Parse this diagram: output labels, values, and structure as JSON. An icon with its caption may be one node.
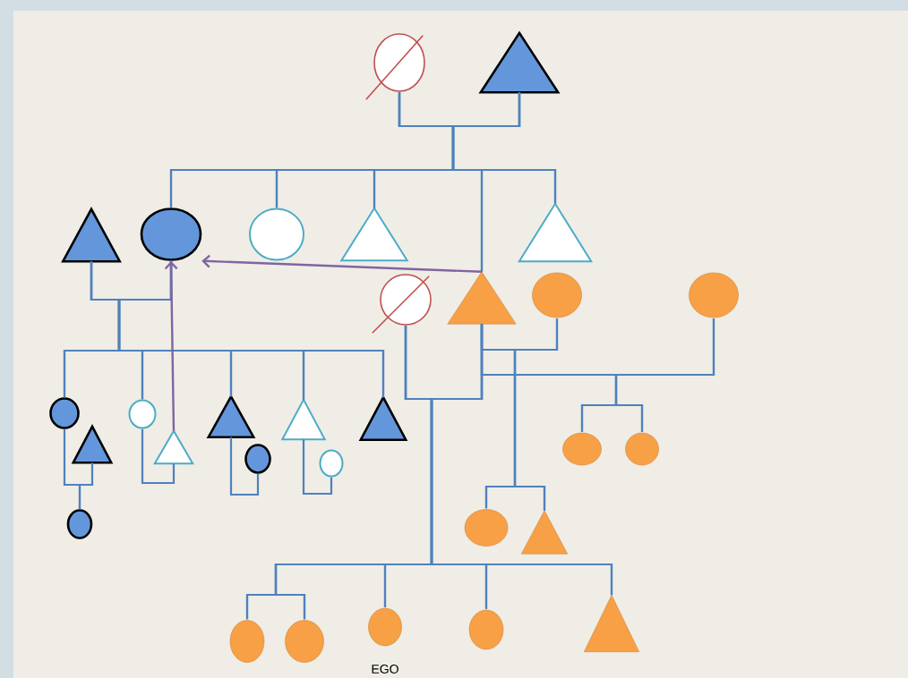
{
  "diagram": {
    "nodes": [
      {
        "text": [],
        "shape": "circle"
      },
      {
        "text": [],
        "shape": "triangle"
      },
      {
        "text": [],
        "shape": "triangle"
      },
      {
        "text": [],
        "shape": "circle"
      },
      {
        "text": [],
        "shape": "circle"
      },
      {
        "text": [],
        "shape": "triangle"
      },
      {
        "text": [],
        "shape": "triangle"
      },
      {
        "text": [],
        "shape": "circle"
      },
      {
        "text": [],
        "shape": "triangle"
      },
      {
        "text": [],
        "shape": "circle"
      },
      {
        "text": [],
        "shape": "circle"
      },
      {
        "text": [],
        "shape": "circle"
      },
      {
        "text": [],
        "shape": "triangle"
      },
      {
        "text": [],
        "shape": "circle"
      },
      {
        "text": [],
        "shape": "circle"
      },
      {
        "text": [],
        "shape": "triangle"
      },
      {
        "text": [],
        "shape": "triangle"
      },
      {
        "text": [],
        "shape": "circle"
      },
      {
        "text": [],
        "shape": "triangle"
      },
      {
        "text": [],
        "shape": "circle"
      },
      {
        "text": [],
        "shape": "triangle"
      },
      {
        "text": [],
        "shape": "circle"
      },
      {
        "text": [],
        "shape": "circle"
      },
      {
        "text": [],
        "shape": "circle"
      },
      {
        "text": [],
        "shape": "triangle"
      },
      {
        "text": [],
        "shape": "circle"
      },
      {
        "text": [],
        "shape": "circle"
      },
      {
        "text": [],
        "shape": "circle",
        "beside": [
          "EGO"
        ]
      },
      {
        "text": [],
        "shape": "circle"
      },
      {
        "text": [],
        "shape": "triangle"
      }
    ],
    "edges": [
      {
        "from": 0,
        "to": 3,
        "arrow": "none"
      },
      {
        "from": 1,
        "to": 3,
        "arrow": "none"
      },
      {
        "from": 0,
        "to": 4,
        "arrow": "none"
      },
      {
        "from": 1,
        "to": 4,
        "arrow": "none"
      },
      {
        "from": 0,
        "to": 5,
        "arrow": "none"
      },
      {
        "from": 1,
        "to": 5,
        "arrow": "none"
      },
      {
        "from": 0,
        "to": 8,
        "arrow": "none"
      },
      {
        "from": 1,
        "to": 8,
        "arrow": "none"
      },
      {
        "from": 0,
        "to": 6,
        "arrow": "none"
      },
      {
        "from": 1,
        "to": 6,
        "arrow": "none"
      },
      {
        "from": 2,
        "to": 11,
        "arrow": "none"
      },
      {
        "from": 3,
        "to": 11,
        "arrow": "none"
      },
      {
        "from": 2,
        "to": 14,
        "arrow": "none"
      },
      {
        "from": 3,
        "to": 14,
        "arrow": "none"
      },
      {
        "from": 2,
        "to": 16,
        "arrow": "none"
      },
      {
        "from": 3,
        "to": 16,
        "arrow": "none"
      },
      {
        "from": 2,
        "to": 18,
        "arrow": "none"
      },
      {
        "from": 3,
        "to": 18,
        "arrow": "none"
      },
      {
        "from": 2,
        "to": 20,
        "arrow": "none"
      },
      {
        "from": 3,
        "to": 20,
        "arrow": "none"
      },
      {
        "from": 11,
        "to": 13,
        "arrow": "none"
      },
      {
        "from": 12,
        "to": 13,
        "arrow": "none"
      },
      {
        "from": 14,
        "to": 15,
        "arrow": "none"
      },
      {
        "from": 16,
        "to": 17,
        "arrow": "none"
      },
      {
        "from": 18,
        "to": 19,
        "arrow": "none"
      },
      {
        "from": 7,
        "to": 25,
        "arrow": "none"
      },
      {
        "from": 8,
        "to": 25,
        "arrow": "none"
      },
      {
        "from": 7,
        "to": 26,
        "arrow": "none"
      },
      {
        "from": 8,
        "to": 26,
        "arrow": "none"
      },
      {
        "from": 7,
        "to": 27,
        "arrow": "none"
      },
      {
        "from": 8,
        "to": 27,
        "arrow": "none"
      },
      {
        "from": 7,
        "to": 28,
        "arrow": "none"
      },
      {
        "from": 8,
        "to": 28,
        "arrow": "none"
      },
      {
        "from": 7,
        "to": 29,
        "arrow": "none"
      },
      {
        "from": 8,
        "to": 29,
        "arrow": "none"
      },
      {
        "from": 8,
        "to": 21,
        "arrow": "none"
      },
      {
        "from": 10,
        "to": 21,
        "arrow": "none"
      },
      {
        "from": 8,
        "to": 22,
        "arrow": "none"
      },
      {
        "from": 10,
        "to": 22,
        "arrow": "none"
      },
      {
        "from": 8,
        "to": 23,
        "arrow": "none"
      },
      {
        "from": 9,
        "to": 23,
        "arrow": "none"
      },
      {
        "from": 8,
        "to": 24,
        "arrow": "none"
      },
      {
        "from": 9,
        "to": 24,
        "arrow": "none"
      },
      {
        "from": 15,
        "to": 3,
        "arrow": "to",
        "color": "#8064a2"
      },
      {
        "from": 8,
        "to": 3,
        "arrow": "to",
        "color": "#8064a2"
      }
    ]
  }
}
